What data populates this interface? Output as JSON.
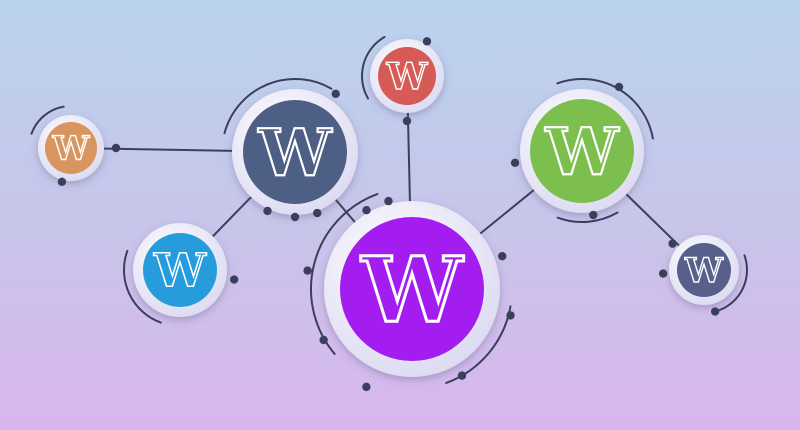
{
  "logo_letter": "W",
  "colors": {
    "bg_top": "#b9d3ee",
    "bg_mid": "#c9c4ea",
    "bg_bottom": "#d8b6ee",
    "connector": "#3b3f5c",
    "ring": "#e6e4f6",
    "orange": "#d9955f",
    "blue_slate": "#4e5f86",
    "red": "#d65a55",
    "green": "#7cbf4e",
    "cyan": "#279cdd",
    "purple": "#a31cf0",
    "navy": "#56608a"
  },
  "nodes": [
    {
      "id": "orange",
      "label": "W",
      "color_key": "orange",
      "size": "small"
    },
    {
      "id": "slate",
      "label": "W",
      "color_key": "blue_slate",
      "size": "medium"
    },
    {
      "id": "red",
      "label": "W",
      "color_key": "red",
      "size": "small"
    },
    {
      "id": "green",
      "label": "W",
      "color_key": "green",
      "size": "medium"
    },
    {
      "id": "cyan",
      "label": "W",
      "color_key": "cyan",
      "size": "medium"
    },
    {
      "id": "purple",
      "label": "W",
      "color_key": "purple",
      "size": "large"
    },
    {
      "id": "navy",
      "label": "W",
      "color_key": "navy",
      "size": "small"
    }
  ]
}
